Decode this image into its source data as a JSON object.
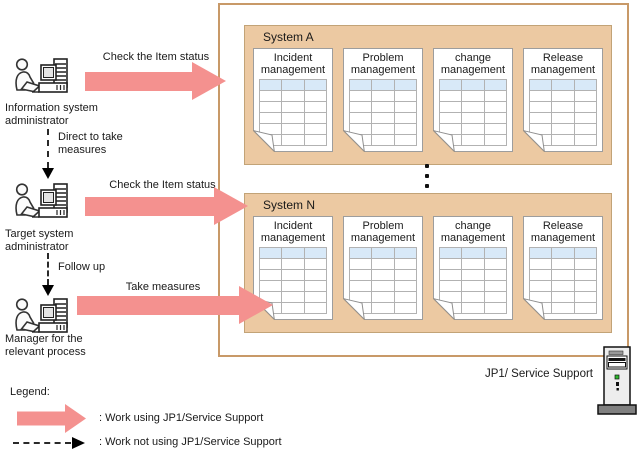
{
  "table": {
    "rows": 6,
    "cols": 3
  },
  "colors": {
    "arrow": "#f4918f",
    "system_box_fill": "#ecc9a2",
    "outer_border": "#c89968",
    "table_header_fill": "#d8e9f8"
  },
  "diagram": {
    "systems": [
      {
        "name": "System A",
        "cards": [
          "Incident management",
          "Problem management",
          "change management",
          "Release management"
        ]
      },
      {
        "name": "System N",
        "cards": [
          "Incident management",
          "Problem management",
          "change management",
          "Release management"
        ]
      }
    ],
    "product_label": "JP1/ Service Support"
  },
  "actors": [
    {
      "line1": "Information system",
      "line2": "administrator"
    },
    {
      "line1": "Target system",
      "line2": "administrator"
    },
    {
      "line1": "Manager for the",
      "line2": "relevant process"
    }
  ],
  "arrows": {
    "check_a": "Check the Item status",
    "check_n": "Check the Item status",
    "take": "Take measures",
    "direct_line1": "Direct to take",
    "direct_line2": "measures",
    "follow": "Follow up"
  },
  "legend": {
    "title": "Legend:",
    "solid": ": Work using JP1/Service Support",
    "dashed": ": Work not using JP1/Service Support"
  }
}
